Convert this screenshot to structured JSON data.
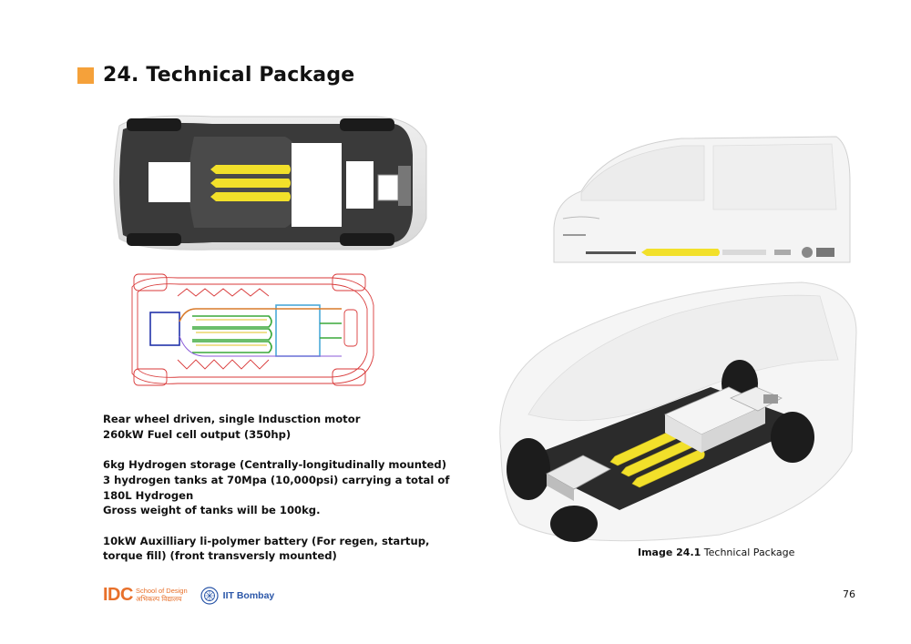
{
  "header": {
    "title": "24. Technical Package",
    "accent_color": "#f5a13a"
  },
  "body": {
    "paragraphs": [
      {
        "lines": [
          "Rear wheel driven, single Indusction motor",
          "260kW Fuel cell output (350hp)"
        ]
      },
      {
        "lines": [
          "6kg Hydrogen storage (Centrally-longitudinally mounted)",
          "3 hydrogen tanks at 70Mpa (10,000psi) carrying a total of",
          "180L Hydrogen",
          "Gross weight of tanks will be 100kg."
        ]
      },
      {
        "lines": [
          "10kW Auxilliary li-polymer battery (For regen, startup,",
          "torque fill) (front transversly mounted)"
        ]
      }
    ]
  },
  "figure": {
    "caption_label": "Image 24.1",
    "caption_text": "Technical Package",
    "tank_color": "#f2e02a",
    "chassis_color": "#2b2b2b"
  },
  "footer": {
    "idc_mark": "IDC",
    "idc_line1": "School of Design",
    "idc_line2": "अभिकल्प विद्यालय",
    "iitb_name": "IIT Bombay",
    "idc_color": "#e8702a",
    "iitb_color": "#2a56a8"
  },
  "page": {
    "number": "76"
  }
}
